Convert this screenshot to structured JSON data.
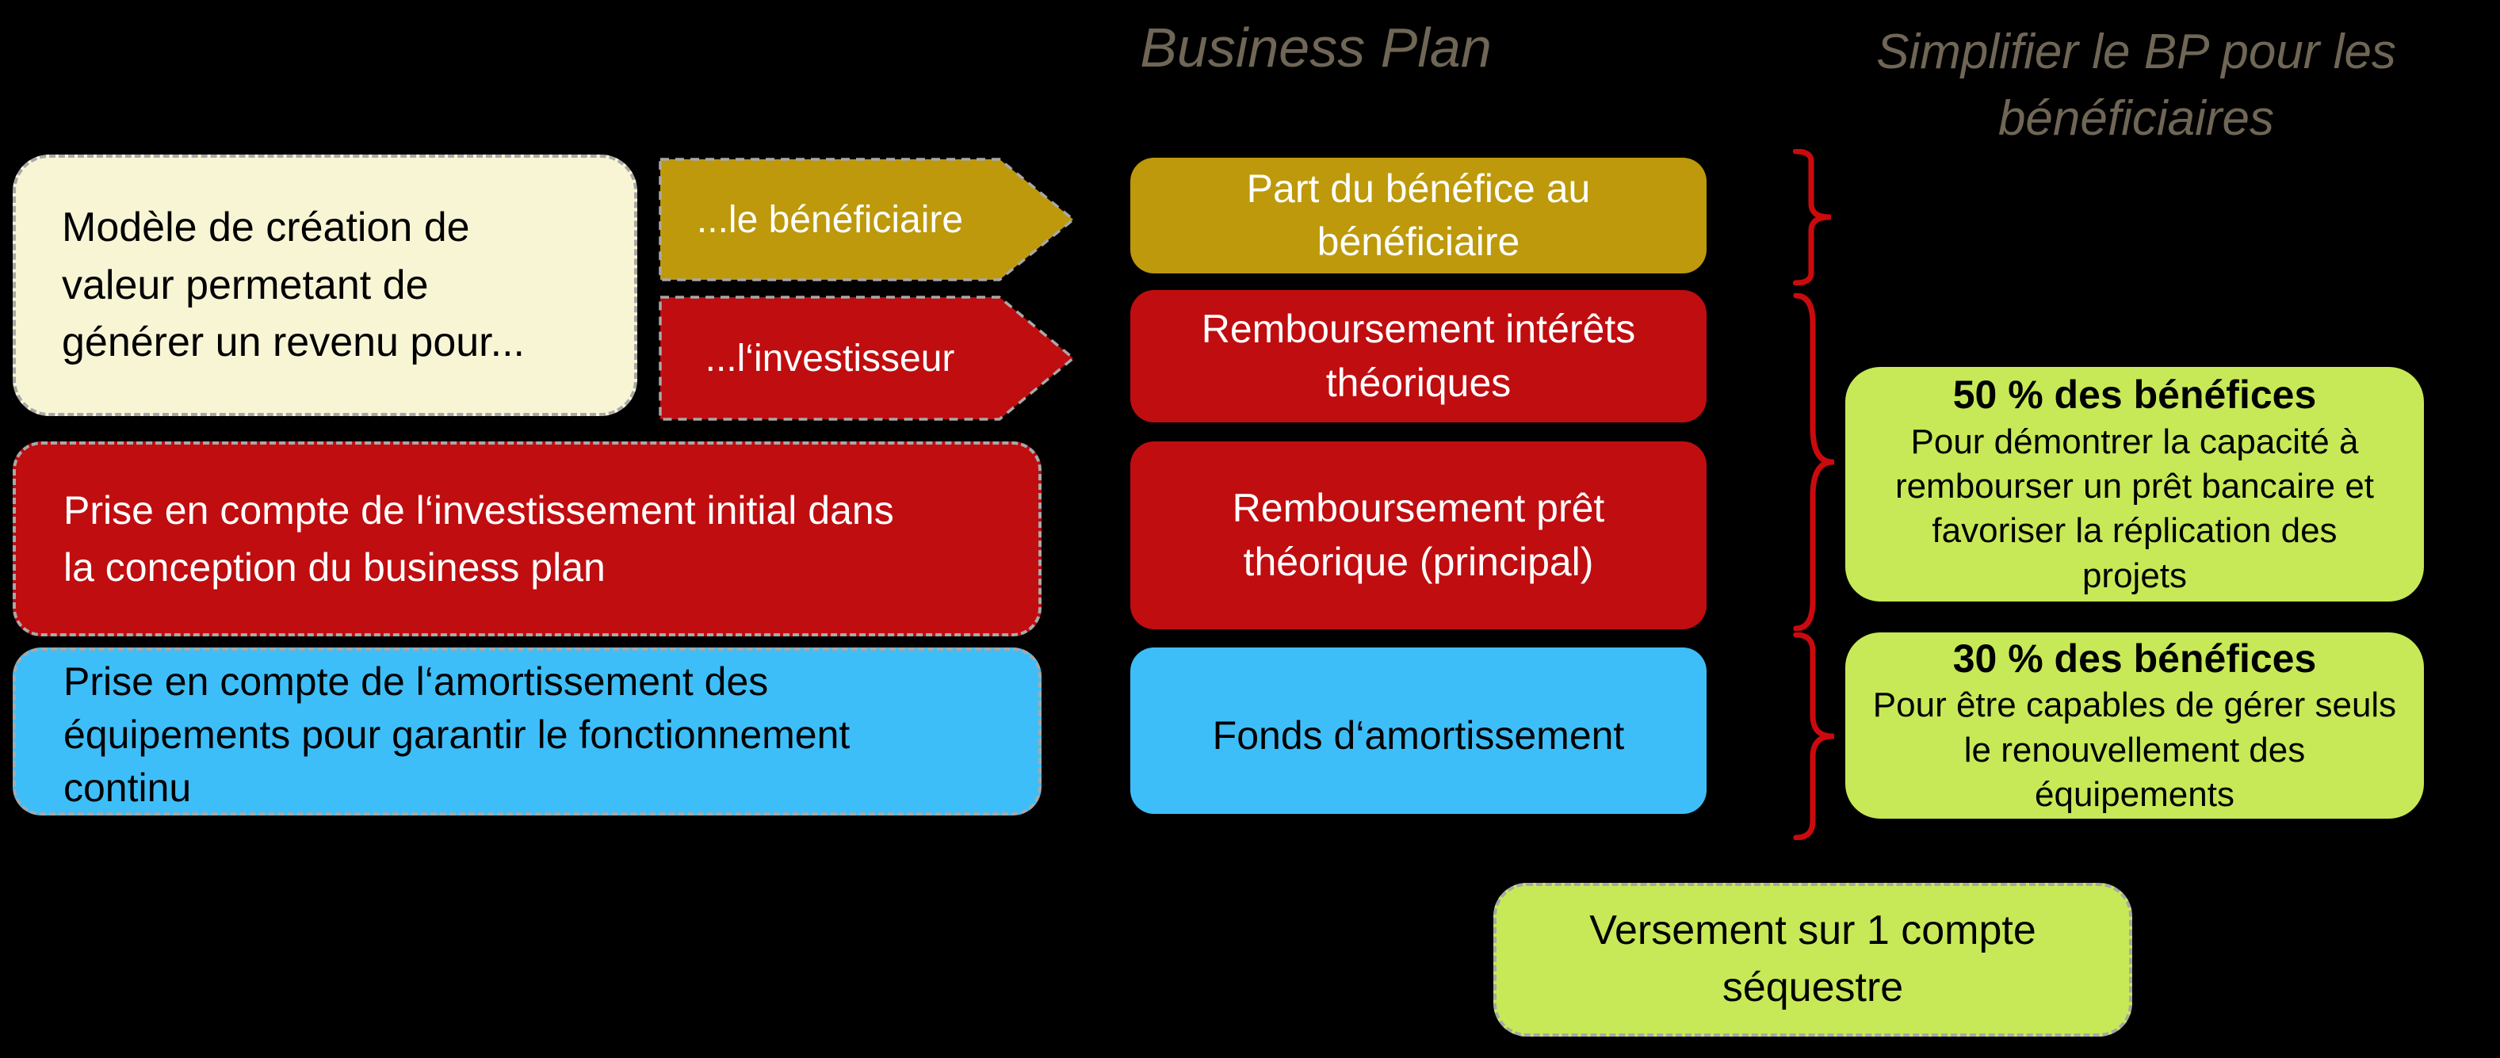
{
  "titles": {
    "business_plan": "Business Plan",
    "simplify": "Simplifier le BP pour les\nbénéficiaires"
  },
  "left_column": {
    "value_model": "Modèle de création de\nvaleur permetant de\ngénérer un revenu pour...",
    "initial_investment": "Prise en compte de l‘investissement initial dans\nla conception du business plan",
    "amortization": "Prise en compte de l‘amortissement des\néquipements pour garantir le fonctionnement\ncontinu"
  },
  "arrows": {
    "beneficiary": {
      "label": "...le bénéficiaire"
    },
    "investor": {
      "label": "...l‘investisseur"
    }
  },
  "plan_items": {
    "profit_share": "Part du bénéfice au\nbénéficiaire",
    "interest": "Remboursement intérêts\nthéoriques",
    "principal": "Remboursement prêt\nthéorique (principal)",
    "sinking_fund": "Fonds d‘amortissement"
  },
  "benefits": {
    "fifty": {
      "heading": "50 % des bénéfices",
      "body": "Pour démontrer la capacité à\nrembourser un prêt bancaire et\nfavoriser la réplication des\nprojets"
    },
    "thirty": {
      "heading": "30 % des bénéfices",
      "body": "Pour être capables de gérer seuls\nle renouvellement des\néquipements"
    }
  },
  "escrow": "Versement sur 1 compte\nséquestre",
  "colors": {
    "background": "#000000",
    "gold": "#BD990B",
    "red": "#C00D10",
    "blue": "#3EBEF8",
    "green": "#C7E957",
    "cream": "#F8F5D5",
    "title_text": "#6F6656",
    "dashed_border": "#A8A8A8",
    "brace": "#CB0A0E",
    "text_dark": "#000000",
    "text_light": "#FFFFFF"
  }
}
